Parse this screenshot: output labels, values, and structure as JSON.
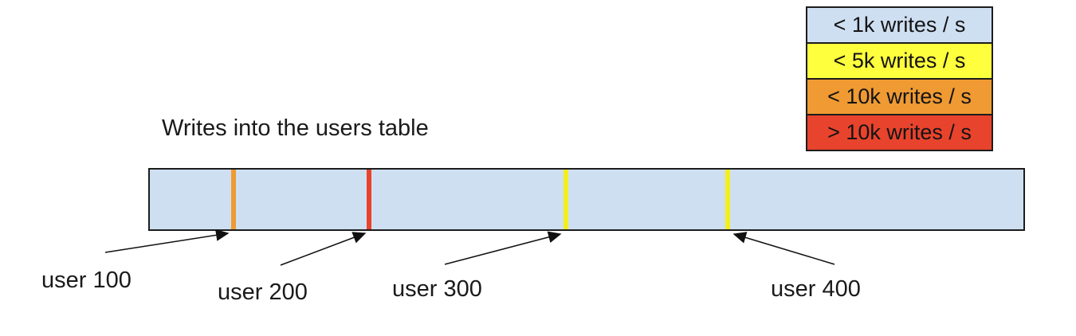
{
  "title": "Writes into the users table",
  "legend": {
    "items": [
      {
        "label": "< 1k writes / s",
        "color": "#cfdff2"
      },
      {
        "label": "< 5k writes / s",
        "color": "#feff3d"
      },
      {
        "label": "< 10k writes / s",
        "color": "#ef9a33"
      },
      {
        "label": "> 10k writes / s",
        "color": "#e8432c"
      }
    ]
  },
  "bar": {
    "fill": "#cfdff2",
    "border_color": "#1c1c1c",
    "ticks": [
      {
        "user": "user 100",
        "color": "#ef9a33",
        "rate_category": "< 10k writes / s"
      },
      {
        "user": "user 200",
        "color": "#e8432c",
        "rate_category": "> 10k writes / s"
      },
      {
        "user": "user 300",
        "color": "#f2ee1f",
        "rate_category": "< 5k writes / s"
      },
      {
        "user": "user 400",
        "color": "#f2ee1f",
        "rate_category": "< 5k writes / s"
      }
    ]
  }
}
